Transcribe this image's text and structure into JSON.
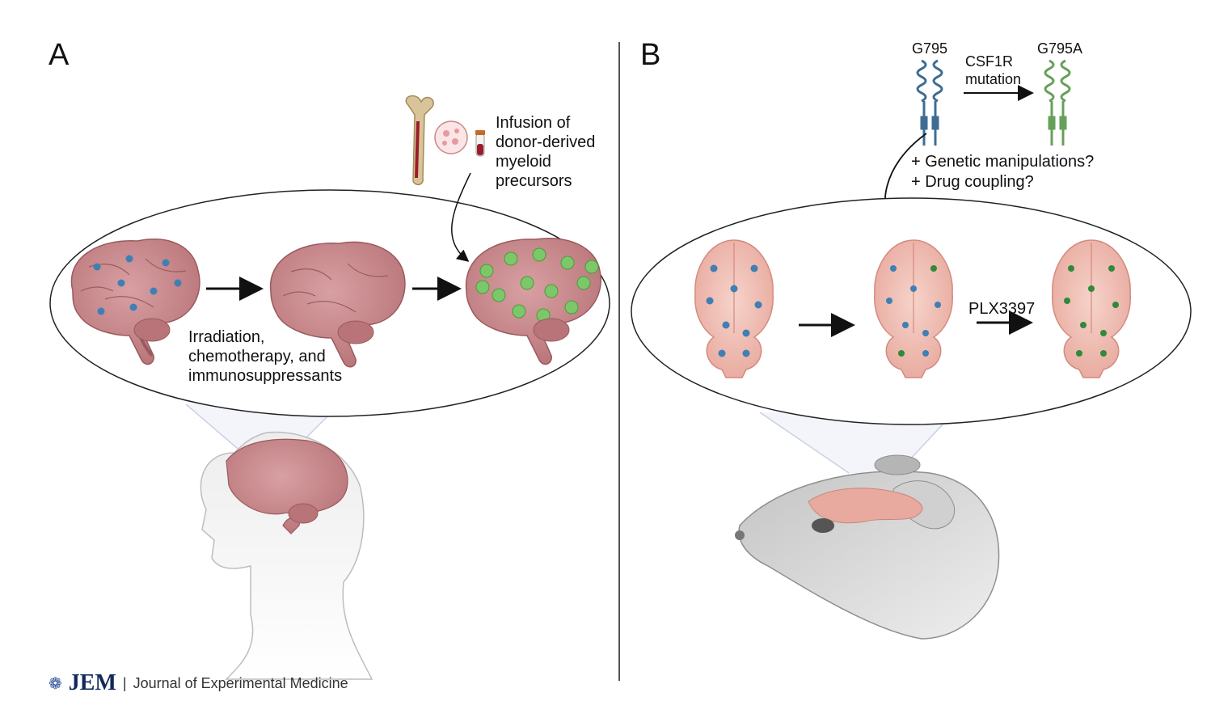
{
  "panels": {
    "a": {
      "letter": "A",
      "infusion_label": [
        "Infusion of",
        "donor-derived",
        "myeloid",
        "precursors"
      ],
      "treatment_label": [
        "Irradiation,",
        "chemotherapy, and",
        "immunosuppressants"
      ]
    },
    "b": {
      "letter": "B",
      "wild_type_label": "G795",
      "mutant_label": "G795A",
      "mutation_label": [
        "CSF1R",
        "mutation"
      ],
      "questions": [
        "+ Genetic manipulations?",
        "+ Drug coupling?"
      ],
      "drug_label": "PLX3397"
    }
  },
  "footer": {
    "logo_text": "JEM",
    "separator": "|",
    "journal_name": "Journal of Experimental Medicine"
  },
  "colors": {
    "brain": "#c98a8e",
    "brain_dark": "#a8656a",
    "mouse_brain": "#f1c3b8",
    "microglia_blue": "#3f7fb4",
    "microglia_green": "#2f8a3a",
    "donor_cell_green": "#7cc76a",
    "receptor_blue": "#3e6d94",
    "receptor_green": "#66a05a",
    "skin": "#e3e3e3",
    "mouse_gray": "#a9a9a9"
  },
  "icons": [
    "bone-icon",
    "cell-suspension-icon",
    "test-tube-icon",
    "head-icon",
    "mouse-icon"
  ]
}
